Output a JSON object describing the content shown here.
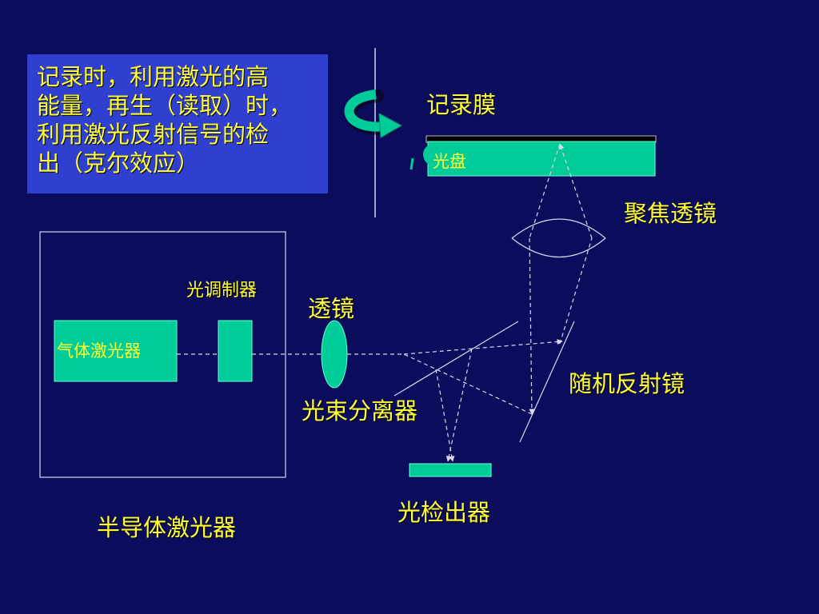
{
  "note": {
    "lines": [
      "记录时，利用激光的高",
      "能量，再生（读取）时，",
      "利用激光反射信号的检",
      "出（克尔效应）"
    ]
  },
  "labels": {
    "recording_film": "记录膜",
    "optical_disc": "光盘",
    "focusing_lens": "聚焦透镜",
    "light_modulator": "光调制器",
    "lens": "透镜",
    "gas_laser": "气体激光器",
    "beam_splitter": "光束分离器",
    "random_mirror": "随机反射镜",
    "photodetector": "光检出器",
    "semiconductor_laser": "半导体激光器"
  },
  "colors": {
    "background": "#0c0c5c",
    "note_box": "#2f3fcf",
    "component_fill": "#00cc99",
    "text": "#ffff33",
    "lines": "#d8d8f0"
  }
}
